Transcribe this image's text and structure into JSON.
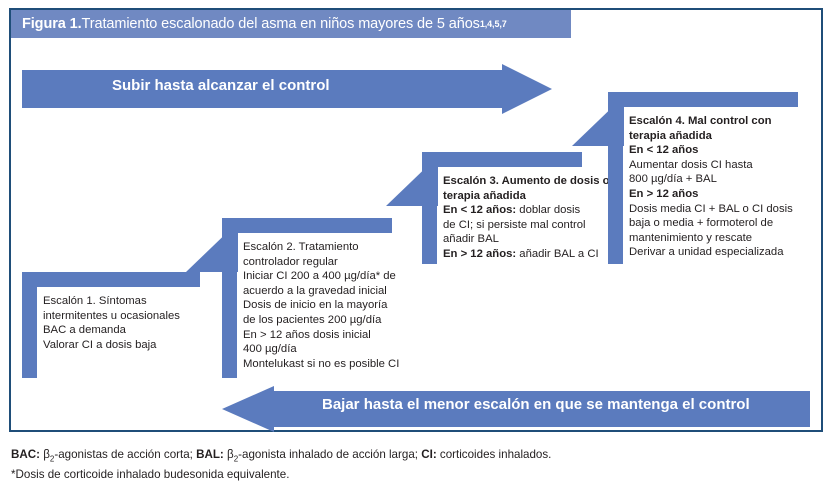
{
  "title": {
    "prefix": "Figura 1.",
    "text": " Tratamiento escalonado del asma en niños mayores de 5 años",
    "superscript": "1,4,5,7"
  },
  "colors": {
    "header_blue": "#7089C2",
    "step_blue": "#5B7BBE",
    "border_blue": "#1F4E79",
    "text": "#231F20",
    "white": "#FFFFFF"
  },
  "arrows": {
    "up": {
      "label": "Subir hasta alcanzar el control",
      "direction": "right"
    },
    "down": {
      "label": "Bajar hasta el menor escalón en que se mantenga el control",
      "direction": "left"
    }
  },
  "steps": [
    {
      "id": "escalon-1",
      "heading": "Escalón 1. Síntomas intermitentes u ocasionales",
      "lines": [
        {
          "text": "Escalón 1. Síntomas",
          "bold": false
        },
        {
          "text": "intermitentes u ocasionales",
          "bold": false
        },
        {
          "text": "BAC a demanda",
          "bold": false
        },
        {
          "text": "Valorar CI a dosis baja",
          "bold": false
        }
      ]
    },
    {
      "id": "escalon-2",
      "heading": "Escalón 2. Tratamiento controlador regular",
      "lines": [
        {
          "text": "Escalón 2. Tratamiento",
          "bold": false
        },
        {
          "text": "controlador regular",
          "bold": false
        },
        {
          "text": "Iniciar CI 200 a 400 µg/día* de",
          "bold": false
        },
        {
          "text": "acuerdo a la gravedad inicial",
          "bold": false
        },
        {
          "text": "Dosis de inicio en la mayoría",
          "bold": false
        },
        {
          "text": "de los pacientes 200 µg/día",
          "bold": false
        },
        {
          "text": "En > 12 años dosis inicial",
          "bold": false
        },
        {
          "text": "400 µg/día",
          "bold": false
        },
        {
          "text": "Montelukast si no es posible CI",
          "bold": false
        }
      ]
    },
    {
      "id": "escalon-3",
      "heading": "Escalón 3. Aumento de dosis o terapia añadida",
      "lines": [
        {
          "text": "Escalón 3. Aumento de dosis o",
          "bold": true
        },
        {
          "text": "terapia añadida",
          "bold": true
        },
        {
          "text": "En < 12 años:",
          "bold": true,
          "rest": " doblar dosis"
        },
        {
          "text": "de CI; si persiste mal control",
          "bold": false
        },
        {
          "text": "añadir BAL",
          "bold": false
        },
        {
          "text": "En > 12 años:",
          "bold": true,
          "rest": " añadir BAL a CI"
        }
      ]
    },
    {
      "id": "escalon-4",
      "heading": "Escalón 4. Mal control con terapia añadida",
      "lines": [
        {
          "text": "Escalón 4. Mal control con",
          "bold": true
        },
        {
          "text": "terapia añadida",
          "bold": true
        },
        {
          "text": "En < 12 años",
          "bold": true
        },
        {
          "text": "Aumentar dosis CI hasta",
          "bold": false
        },
        {
          "text": "800 µg/día + BAL",
          "bold": false
        },
        {
          "text": "En > 12 años",
          "bold": true
        },
        {
          "text": "Dosis media CI + BAL o CI dosis",
          "bold": false
        },
        {
          "text": "baja o media + formoterol de",
          "bold": false
        },
        {
          "text": "mantenimiento y rescate",
          "bold": false
        },
        {
          "text": "Derivar a unidad especializada",
          "bold": false
        }
      ]
    }
  ],
  "footnote": {
    "abbrev_bac": "BAC:",
    "abbrev_bac_text": " β2-agonistas de acción corta; ",
    "abbrev_bal": "BAL:",
    "abbrev_bal_text": " β2-agonista inhalado de acción larga; ",
    "abbrev_ci": "CI:",
    "abbrev_ci_text": " corticoides inhalados.",
    "line2": "*Dosis de corticoide inhalado budesonida equivalente."
  }
}
